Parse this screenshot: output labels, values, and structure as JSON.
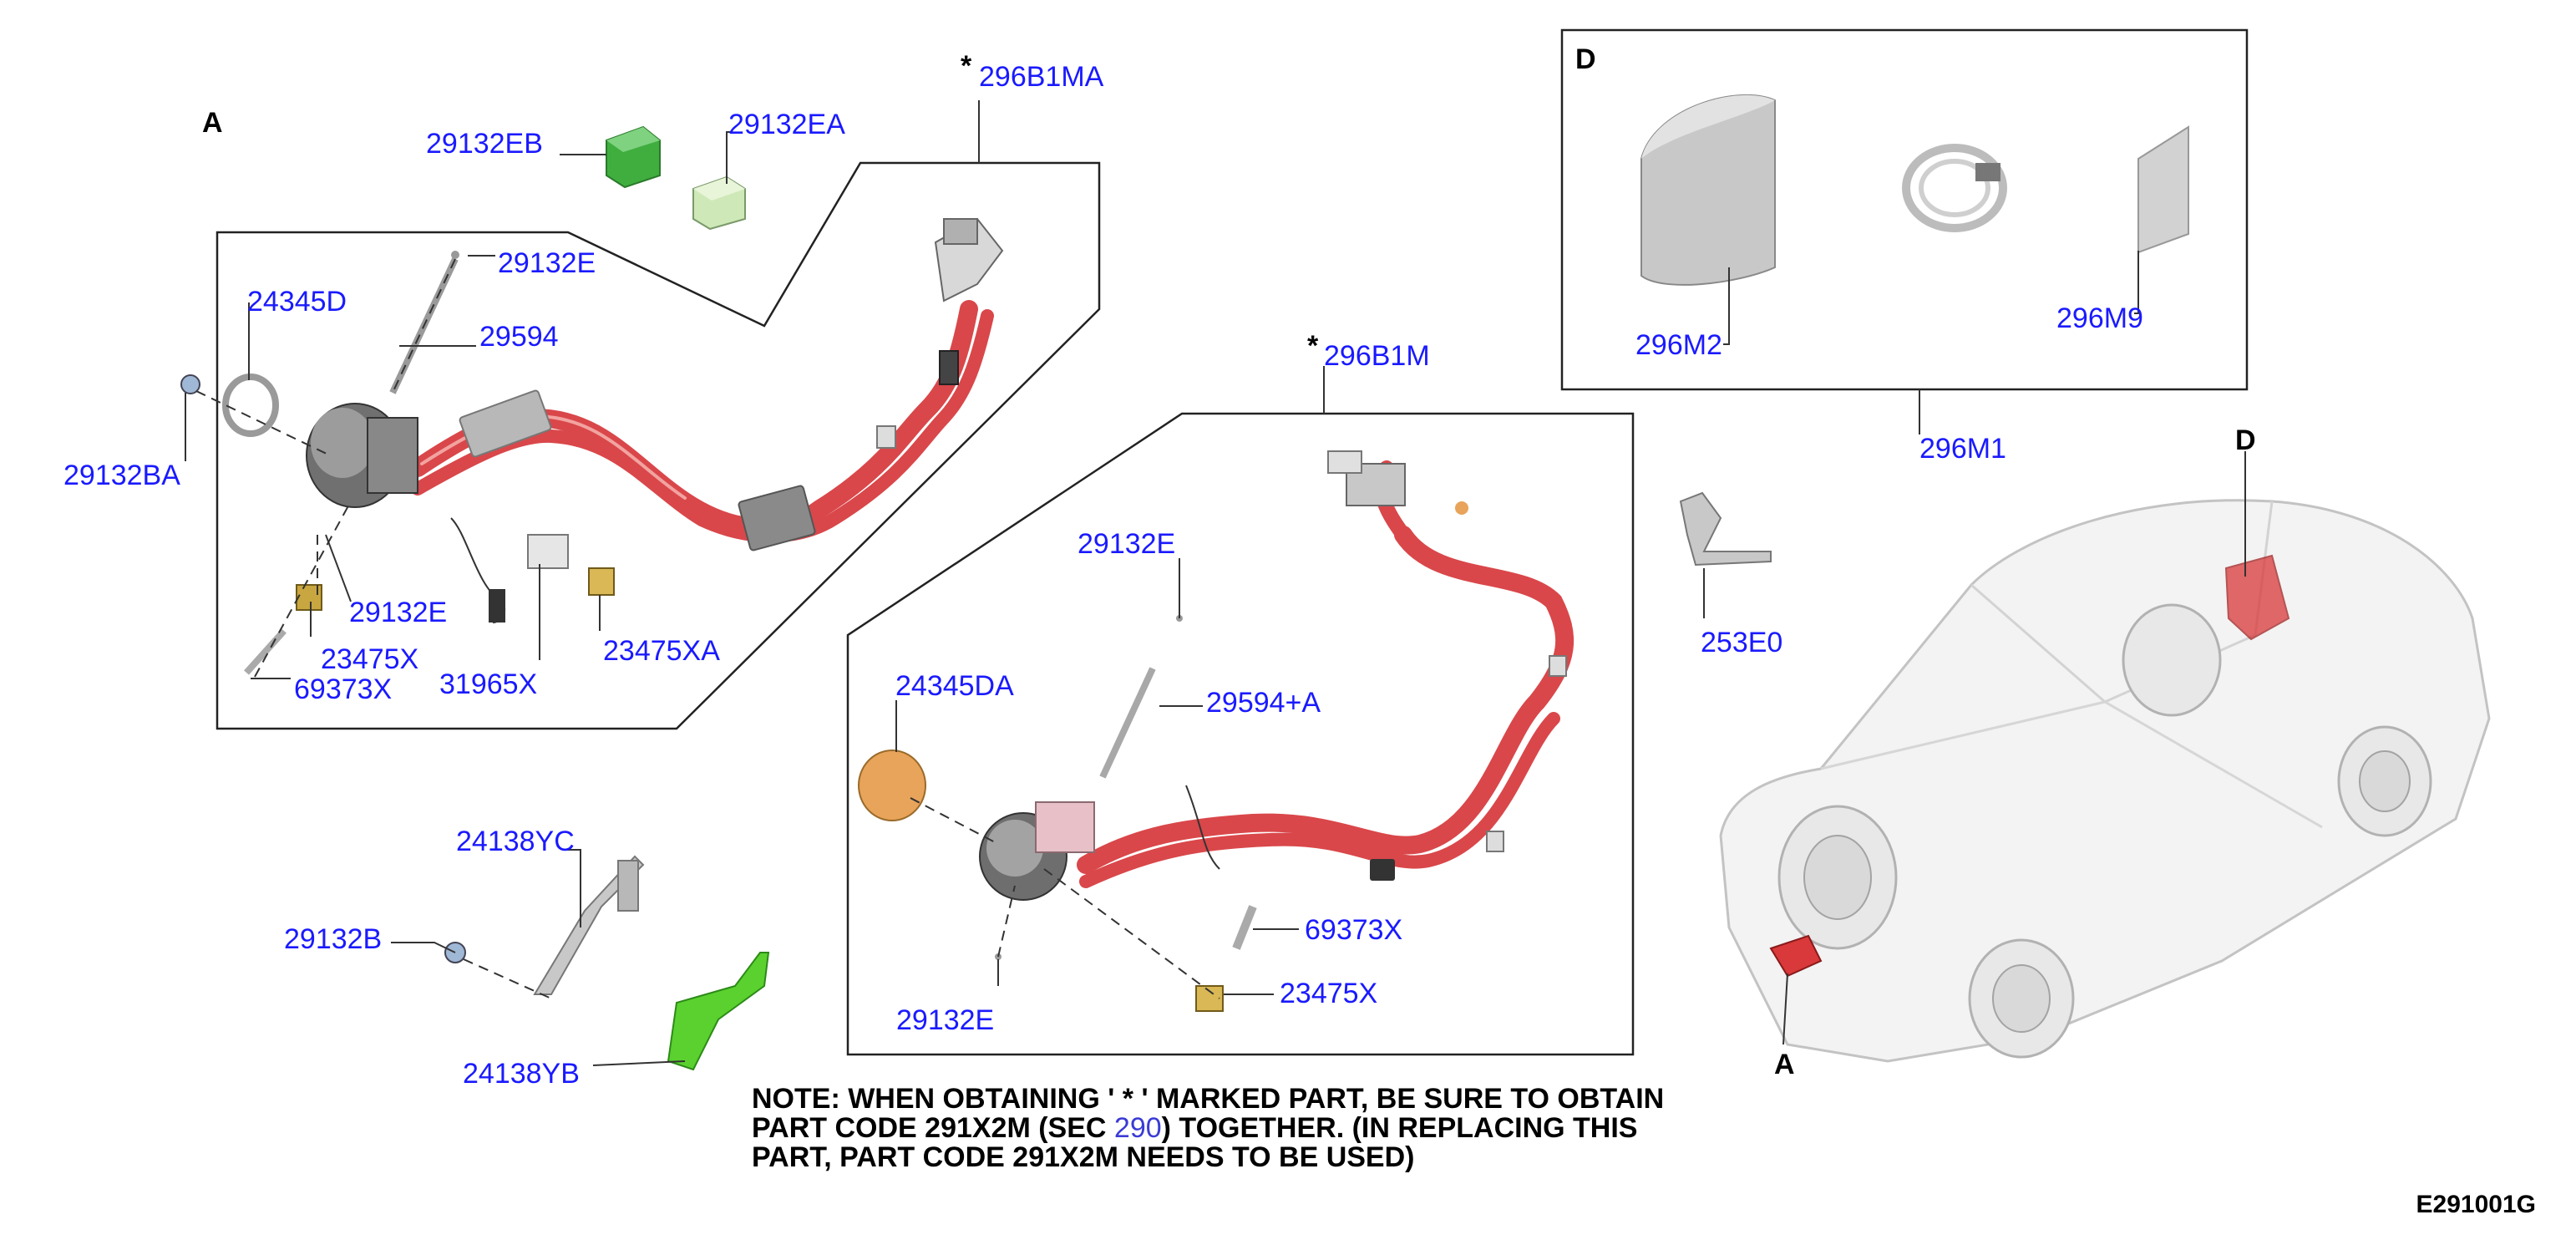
{
  "section_labels": {
    "A": "A",
    "D": "D",
    "car_A": "A",
    "car_D": "D"
  },
  "labels": {
    "p29132EB": "29132EB",
    "p29132EA": "29132EA",
    "p296B1MA": "296B1MA",
    "p29132E_top": "29132E",
    "p24345D": "24345D",
    "p29594": "29594",
    "p29132BA": "29132BA",
    "p29132E_mid": "29132E",
    "p23475X_left": "23475X",
    "p69373X_left": "69373X",
    "p31965X": "31965X",
    "p23475XA": "23475XA",
    "p296B1M": "296B1M",
    "p29132E_right": "29132E",
    "p29594A": "29594+A",
    "p24345DA": "24345DA",
    "p69373X_right": "69373X",
    "p23475X_right": "23475X",
    "p29132E_bottom": "29132E",
    "p24138YC": "24138YC",
    "p29132B": "29132B",
    "p24138YB": "24138YB",
    "p296M2": "296M2",
    "p296M9": "296M9",
    "p296M1": "296M1",
    "p253E0": "253E0"
  },
  "star_marks": {
    "a": "*",
    "b": "*"
  },
  "note": {
    "line1": "NOTE: WHEN OBTAINING ' * ' MARKED PART, BE SURE TO OBTAIN",
    "line2_a": "PART CODE 291X2M (SEC ",
    "line2_link": "290",
    "line2_b": ") TOGETHER. (IN REPLACING THIS",
    "line3": "PART, PART CODE 291X2M NEEDS TO BE USED)"
  },
  "diagram_code": "E291001G",
  "colors": {
    "cable": "#d9474a",
    "label": "#1a1aff",
    "bracket_green": "#5ad12e",
    "connector_green": "#3fae3f",
    "cover_orange": "#e8a45a",
    "highlight_red": "#d9393a"
  }
}
